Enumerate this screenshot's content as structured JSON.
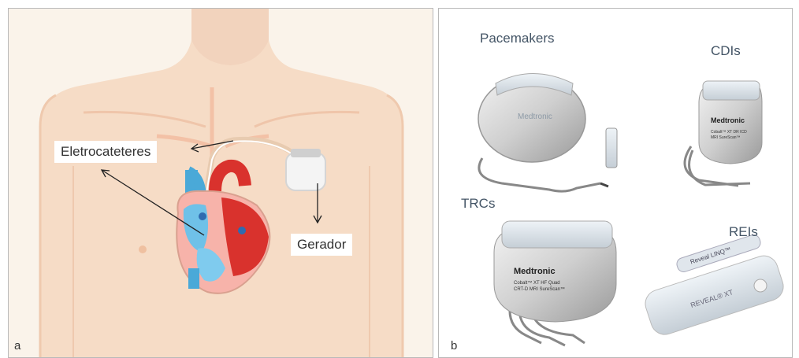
{
  "panel_a": {
    "letter": "a",
    "label_leads": "Eletrocateteres",
    "label_generator": "Gerador"
  },
  "panel_b": {
    "letter": "b",
    "titles": {
      "pacemakers": "Pacemakers",
      "cdis": "CDIs",
      "trcs": "TRCs",
      "reis": "REIs"
    },
    "device_text": {
      "brand": "Medtronic",
      "cdi_line1": "Cobalt™ XT DR ICD",
      "cdi_line2": "MRI SureScan™",
      "trc_line1": "Cobalt™ XT HF Quad",
      "trc_line2": "CRT-D MRI SureScan™",
      "rei_top": "Reveal LINQ™",
      "rei_main": "REVEAL® XT"
    }
  },
  "colors": {
    "skin": "#f6dcc6",
    "skin_dark": "#efcdb4",
    "background_a": "#faf3ea",
    "heart_red": "#d9322d",
    "heart_blue": "#4aa9d8",
    "heart_pink": "#f7b3aa",
    "metal": "#d6d6d6"
  }
}
